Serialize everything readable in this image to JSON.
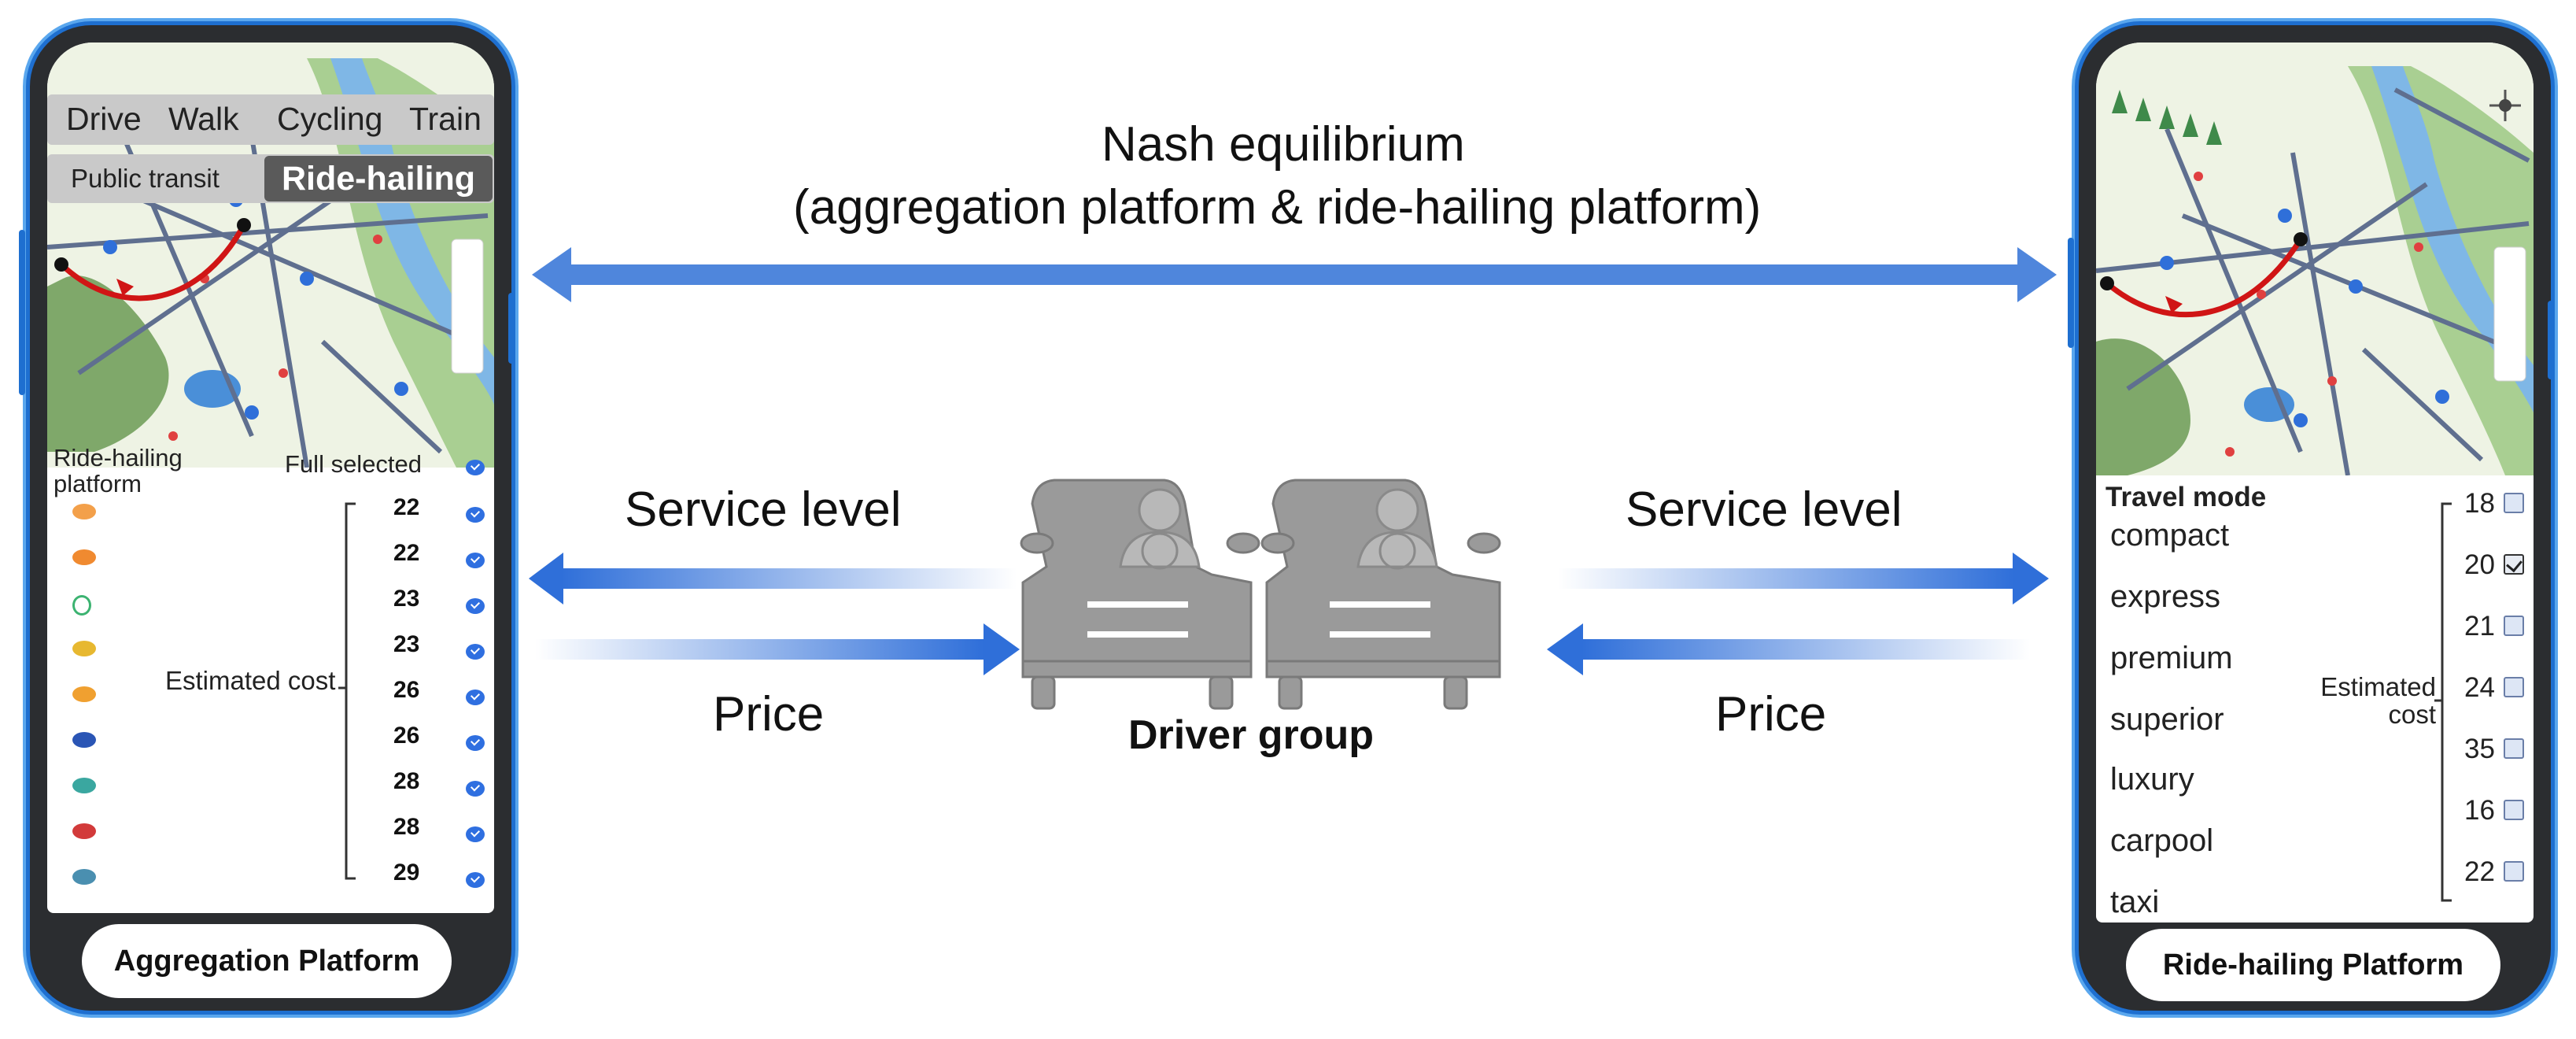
{
  "equilibrium": {
    "line1": "Nash equilibrium",
    "line2": "(aggregation platform & ride-hailing platform)"
  },
  "left_link": {
    "service_level": "Service level",
    "price": "Price"
  },
  "right_link": {
    "service_level": "Service level",
    "price": "Price"
  },
  "driver_group": "Driver group",
  "aggregation_phone": {
    "modes": [
      "Drive",
      "Walk",
      "Cycling",
      "Train"
    ],
    "public_transit": "Public transit",
    "ride_hailing": "Ride-hailing",
    "list_header_line1": "Ride-hailing",
    "list_header_line2": "platform",
    "full_selected": "Full selected",
    "estimated_cost": "Estimated cost",
    "costs": [
      "22",
      "22",
      "23",
      "23",
      "26",
      "26",
      "28",
      "28",
      "29"
    ],
    "button": "Aggregation Platform"
  },
  "ridehailing_phone": {
    "travel_mode": "Travel mode",
    "modes": [
      "compact",
      "express",
      "premium",
      "superior",
      "luxury",
      "carpool",
      "taxi"
    ],
    "costs": [
      "18",
      "20",
      "21",
      "24",
      "35",
      "16",
      "22"
    ],
    "selected_index": 1,
    "estimated_line1": "Estimated",
    "estimated_line2": "cost",
    "button": "Ride-hailing Platform"
  },
  "colors": {
    "arrow": "#2f6fd9",
    "phone_frame": "#2b2d30",
    "phone_edge": "#1e6fd0"
  }
}
